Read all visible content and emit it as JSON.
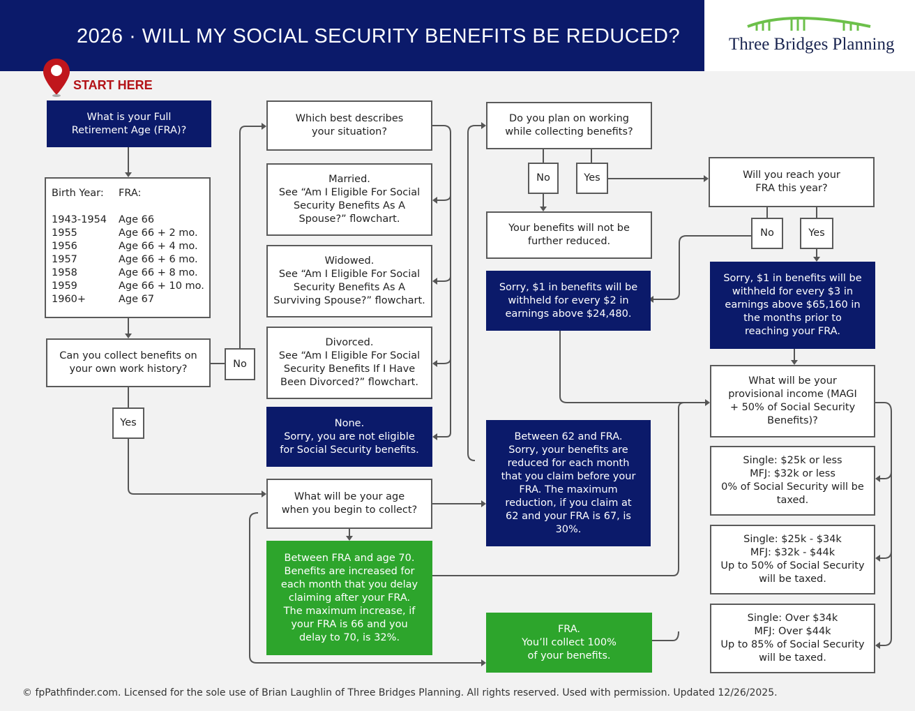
{
  "header": {
    "title": "2026 · WILL MY SOCIAL SECURITY BENEFITS BE REDUCED?",
    "logo": "Three Bridges Planning"
  },
  "start_label": "START HERE",
  "nodes": {
    "fra_question": "What is your Full\nRetirement Age (FRA)?",
    "table": {
      "col1": "Birth Year:",
      "col2": "FRA:",
      "rows": [
        [
          "1943-1954",
          "Age 66"
        ],
        [
          "1955",
          "Age 66 + 2 mo."
        ],
        [
          "1956",
          "Age 66 + 4 mo."
        ],
        [
          "1957",
          "Age 66 + 6 mo."
        ],
        [
          "1958",
          "Age 66 + 8 mo."
        ],
        [
          "1959",
          "Age 66 + 10 mo."
        ],
        [
          "1960+",
          "Age 67"
        ]
      ]
    },
    "own_history": "Can you collect benefits on\nyour own work history?",
    "own_no": "No",
    "own_yes": "Yes",
    "situation": "Which best describes\nyour situation?",
    "married": "Married.\nSee “Am I Eligible For Social\nSecurity Benefits As A\nSpouse?” flowchart.",
    "widowed": "Widowed.\nSee “Am I Eligible For Social\nSecurity Benefits As A\nSurviving Spouse?” flowchart.",
    "divorced": "Divorced.\nSee “Am I Eligible For Social\nSecurity Benefits If I Have\nBeen Divorced?” flowchart.",
    "none": "None.\nSorry, you are not eligible\nfor Social Security benefits.",
    "age_collect": "What will be your age\nwhen you begin to collect?",
    "fra_70": "Between FRA and age 70.\nBenefits are increased for\neach month that you delay\nclaiming after your FRA.\nThe maximum increase, if\nyour FRA is 66 and you\ndelay to 70, is 32%.",
    "working": "Do you plan on working\nwhile collecting benefits?",
    "work_no": "No",
    "work_yes": "Yes",
    "not_reduced": "Your benefits will not be\nfurther reduced.",
    "withheld_2": "Sorry, $1 in benefits will be\nwithheld for every $2 in\nearnings above $24,480.",
    "between_62": "Between 62 and FRA.\nSorry, your benefits are\nreduced for each month\nthat you claim before your\nFRA. The maximum\nreduction, if you claim at\n62 and your FRA is 67, is\n30%.",
    "fra_100": "FRA.\nYou’ll collect 100%\nof your benefits.",
    "reach_fra": "Will you reach your\nFRA this year?",
    "reach_no": "No",
    "reach_yes": "Yes",
    "withheld_3": "Sorry, $1 in benefits will be\nwithheld for every $3 in\nearnings above $65,160 in\nthe months prior to\nreaching your FRA.",
    "provisional": "What will be your\nprovisional income (MAGI\n+ 50% of Social Security\nBenefits)?",
    "tax_0": "Single: $25k or less\nMFJ: $32k or less\n0% of Social Security will be\ntaxed.",
    "tax_50": "Single: $25k - $34k\nMFJ: $32k - $44k\nUp to 50% of Social Security\nwill be taxed.",
    "tax_85": "Single: Over $34k\nMFJ: Over $44k\nUp to 85% of Social Security\nwill be taxed."
  },
  "footer": "© fpPathfinder.com. Licensed for the sole use of Brian Laughlin of Three Bridges Planning. All rights reserved. Used with permission. Updated 12/26/2025.",
  "colors": {
    "navy": "#0b1a6a",
    "green": "#2da52c",
    "red": "#b31217"
  }
}
